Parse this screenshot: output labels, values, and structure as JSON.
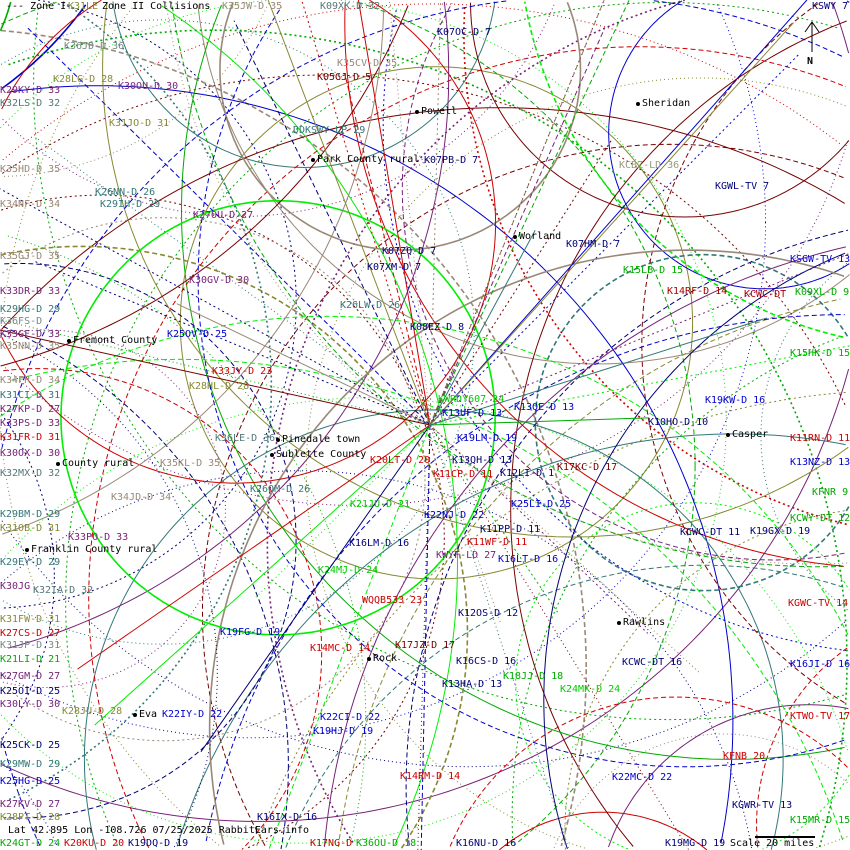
{
  "legend": {
    "zone1": "--- Zone I",
    "zone2": "Zone II Collisions"
  },
  "footer": {
    "coords": "Lat 42.895 Lon -108.726 07/25/2025 RabbitEars.info",
    "scale": "Scale 20 miles"
  },
  "north_label": "N",
  "labels": [
    {
      "text": "K31LE",
      "color": "#888833"
    },
    {
      "text": "K35JW-D 35",
      "color": "#998877"
    },
    {
      "text": "K09XK-D 32",
      "color": "#557777"
    },
    {
      "text": "KSWY 7",
      "color": "#000077"
    },
    {
      "text": "K36JD-D 36",
      "color": "#778888"
    },
    {
      "text": "K07OC-D 7",
      "color": "#000077"
    },
    {
      "text": "K28LG-D 28",
      "color": "#888833"
    },
    {
      "text": "K05GJ-D 5",
      "color": "#770000"
    },
    {
      "text": "K35CV-D 35",
      "color": "#998877"
    },
    {
      "text": "K29KY-D 33",
      "color": "#772277"
    },
    {
      "text": "K32LS-D 32",
      "color": "#557777"
    },
    {
      "text": "K30OU-D 30",
      "color": "#772277"
    },
    {
      "text": "K31JO-D 31",
      "color": "#888833"
    },
    {
      "text": "DDKSWY-LP 29",
      "color": "#337777"
    },
    {
      "text": "K07PB-D 7",
      "color": "#000077"
    },
    {
      "text": "KCBZ-LD 36",
      "color": "#999977"
    },
    {
      "text": "K35HD-D 35",
      "color": "#998877"
    },
    {
      "text": "K26NN-D 26",
      "color": "#337777"
    },
    {
      "text": "K29IH-D 29",
      "color": "#337777"
    },
    {
      "text": "KGWL-TV 7",
      "color": "#000077"
    },
    {
      "text": "K34NF-D 34",
      "color": "#998877"
    },
    {
      "text": "K27OU-D 27",
      "color": "#772277"
    },
    {
      "text": "K07HM-D 7",
      "color": "#000077"
    },
    {
      "text": "K07ZQ-D 7",
      "color": "#000077"
    },
    {
      "text": "K07XM-D 7",
      "color": "#000077"
    },
    {
      "text": "K35GJ-D 35",
      "color": "#998877"
    },
    {
      "text": "KSGW-TV 13",
      "color": "#0000cc"
    },
    {
      "text": "K15LB-D 15",
      "color": "#00aa00"
    },
    {
      "text": "K30GV-D 30",
      "color": "#772277"
    },
    {
      "text": "K33DR-D 33",
      "color": "#772277"
    },
    {
      "text": "K14RF-D 14",
      "color": "#aa0000"
    },
    {
      "text": "KCWC-DT",
      "color": "#aa0000"
    },
    {
      "text": "K09XL-D 9",
      "color": "#00aa00"
    },
    {
      "text": "K26LW-D 26",
      "color": "#337777"
    },
    {
      "text": "K29HG-D 29",
      "color": "#337777"
    },
    {
      "text": "K36FS-D",
      "color": "#778888"
    },
    {
      "text": "K33GF-D 33",
      "color": "#772277"
    },
    {
      "text": "K35NN-D 35",
      "color": "#998877"
    },
    {
      "text": "K08EZ-D 8",
      "color": "#000077"
    },
    {
      "text": "K25OV-D 25",
      "color": "#0000cc"
    },
    {
      "text": "K15HK-D 15",
      "color": "#00aa00"
    },
    {
      "text": "K34FR-D 34",
      "color": "#998877"
    },
    {
      "text": "K28HL-D 28",
      "color": "#888833"
    },
    {
      "text": "K33JY-D 23",
      "color": "#cc0000"
    },
    {
      "text": "K31CI-D 31",
      "color": "#337777"
    },
    {
      "text": "KWRDY607 24",
      "color": "#00cc00"
    },
    {
      "text": "K27KP-D 27",
      "color": "#772277"
    },
    {
      "text": "K13QE-D 13",
      "color": "#0000cc"
    },
    {
      "text": "K13UF-D 13",
      "color": "#0000cc"
    },
    {
      "text": "K19KW-D 16",
      "color": "#0000cc"
    },
    {
      "text": "K33PS-D 33",
      "color": "#772277"
    },
    {
      "text": "K10HO-D 10",
      "color": "#000077"
    },
    {
      "text": "K31FR-D 31",
      "color": "#cc0000"
    },
    {
      "text": "K36LE-D 36",
      "color": "#557777"
    },
    {
      "text": "K19LM-D 19",
      "color": "#0000cc"
    },
    {
      "text": "K11RN-D 11",
      "color": "#cc0000"
    },
    {
      "text": "K30OX-D 30",
      "color": "#772277"
    },
    {
      "text": "K35KL-D 35",
      "color": "#998877"
    },
    {
      "text": "K13QH-D 13",
      "color": "#000077"
    },
    {
      "text": "K20LT-D 20",
      "color": "#cc0000"
    },
    {
      "text": "K13NZ-D 13",
      "color": "#0000cc"
    },
    {
      "text": "K17KC-D 17",
      "color": "#770000"
    },
    {
      "text": "K12LI-D 1",
      "color": "#000077"
    },
    {
      "text": "K11CP-D 11",
      "color": "#cc0000"
    },
    {
      "text": "K32MX-D 32",
      "color": "#557777"
    },
    {
      "text": "K34JD-D 34",
      "color": "#998877"
    },
    {
      "text": "K26OM-D 26",
      "color": "#337777"
    },
    {
      "text": "KFNR 9",
      "color": "#00aa00"
    },
    {
      "text": "K25LI-D 25",
      "color": "#0000cc"
    },
    {
      "text": "K21JU-D 21",
      "color": "#00cc00"
    },
    {
      "text": "K29BM-D 29",
      "color": "#337777"
    },
    {
      "text": "K22NJ-D 22",
      "color": "#0000cc"
    },
    {
      "text": "KCWY-DT 12",
      "color": "#00aa00"
    },
    {
      "text": "K31OB-D 31",
      "color": "#888833"
    },
    {
      "text": "K11PP-D 11",
      "color": "#000077"
    },
    {
      "text": "KCWC-DT 11",
      "color": "#000077"
    },
    {
      "text": "K19GX-D 19",
      "color": "#000077"
    },
    {
      "text": "K33PO-D 33",
      "color": "#772277"
    },
    {
      "text": "K11WF-D 11",
      "color": "#cc0000"
    },
    {
      "text": "K16LM-D 16",
      "color": "#000077"
    },
    {
      "text": "K29EY-D 29",
      "color": "#337777"
    },
    {
      "text": "K16LT-D 16",
      "color": "#0000cc"
    },
    {
      "text": "K30JG",
      "color": "#772277"
    },
    {
      "text": "K32IA-D 32",
      "color": "#557777"
    },
    {
      "text": "K24MJ-D 24",
      "color": "#00cc00"
    },
    {
      "text": "KWYF-LD 27",
      "color": "#772277"
    },
    {
      "text": "WQQB533 23",
      "color": "#cc0000"
    },
    {
      "text": "K31FW-D 31",
      "color": "#888833"
    },
    {
      "text": "K12OS-D 12",
      "color": "#000077"
    },
    {
      "text": "K19FG-D 19",
      "color": "#0000cc"
    },
    {
      "text": "KGWC-TV 14",
      "color": "#cc0000"
    },
    {
      "text": "K27CS-D 27",
      "color": "#cc0000"
    },
    {
      "text": "K31JP-D 31",
      "color": "#778888"
    },
    {
      "text": "K14MC-D 14",
      "color": "#cc0000"
    },
    {
      "text": "K17JZ-D 17",
      "color": "#770000"
    },
    {
      "text": "K21LI-D 21",
      "color": "#00aa00"
    },
    {
      "text": "K16CS-D 16",
      "color": "#000077"
    },
    {
      "text": "KCWC-DT 16",
      "color": "#000077"
    },
    {
      "text": "K16JI-D 16",
      "color": "#0000cc"
    },
    {
      "text": "K18JJ-D 18",
      "color": "#00aa00"
    },
    {
      "text": "K27GM-D 27",
      "color": "#772277"
    },
    {
      "text": "K13HA-D 13",
      "color": "#000077"
    },
    {
      "text": "K24MK-D 24",
      "color": "#00cc00"
    },
    {
      "text": "K25OI-D 25",
      "color": "#000077"
    },
    {
      "text": "K30LY-D 30",
      "color": "#772277"
    },
    {
      "text": "K28JU-D 28",
      "color": "#888833"
    },
    {
      "text": "K22IY-D 22",
      "color": "#0000cc"
    },
    {
      "text": "K22CI-D 22",
      "color": "#0000cc"
    },
    {
      "text": "KTWO-TV 17",
      "color": "#cc0000"
    },
    {
      "text": "K19HJ-D 19",
      "color": "#0000cc"
    },
    {
      "text": "K25CK-D 25",
      "color": "#000077"
    },
    {
      "text": "K29MW-D 29",
      "color": "#337777"
    },
    {
      "text": "KFNB 20",
      "color": "#cc0000"
    },
    {
      "text": "K14RM-D 14",
      "color": "#cc0000"
    },
    {
      "text": "K22MC-D 22",
      "color": "#0000cc"
    },
    {
      "text": "K25HG-D 25",
      "color": "#0000cc"
    },
    {
      "text": "K27KV-D 27",
      "color": "#772277"
    },
    {
      "text": "KGWR-TV 13",
      "color": "#000077"
    },
    {
      "text": "K28PT-D 28",
      "color": "#888833"
    },
    {
      "text": "K16IX-D 16",
      "color": "#000077"
    },
    {
      "text": "K15MR-D 15",
      "color": "#00aa00"
    },
    {
      "text": "K24GT-D 24",
      "color": "#00aa00"
    },
    {
      "text": "K20KU-D 20",
      "color": "#cc0000"
    },
    {
      "text": "K19DQ-D 19",
      "color": "#000077"
    },
    {
      "text": "K17NG-D",
      "color": "#cc0000"
    },
    {
      "text": "K36OU-D 18",
      "color": "#00aa00"
    },
    {
      "text": "K16NU-D 16",
      "color": "#000077"
    },
    {
      "text": "K19MG-D 19",
      "color": "#000077"
    }
  ],
  "cities": [
    "Powell",
    "Sheridan",
    "Park County rural",
    "Worland",
    "Fremont County",
    "Casper",
    "Pinedale town",
    "Sublette County",
    "County rural",
    "Franklin County rural",
    "Rawlins",
    "Rock",
    "Eva"
  ]
}
